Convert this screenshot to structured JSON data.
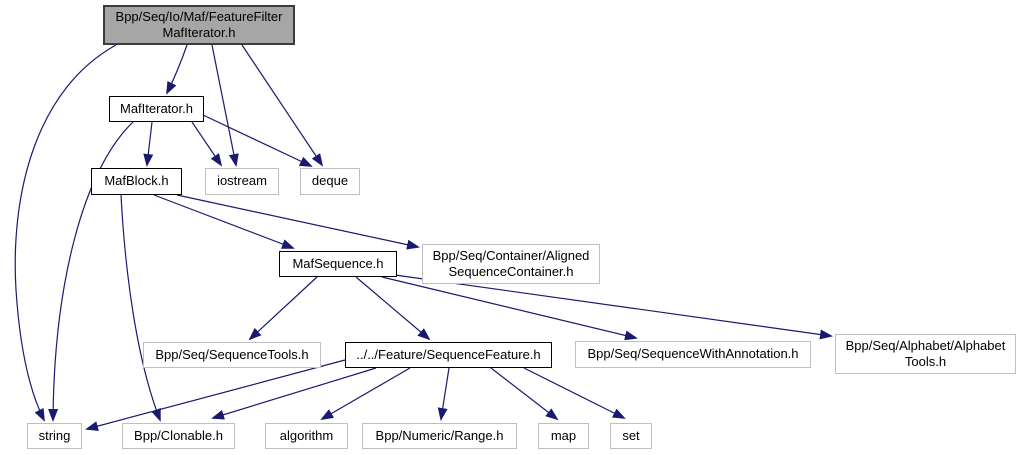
{
  "diagram": {
    "type": "include-dependency-graph",
    "edge_color": "#191970",
    "current_node_fill": "#a6a6a6",
    "external_border_color": "#bfbfbf",
    "internal_border_color": "#000000"
  },
  "nodes": [
    {
      "id": "featurefilter",
      "label": "Bpp/Seq/Io/Maf/FeatureFilter\nMafIterator.h",
      "type": "current"
    },
    {
      "id": "mafiterator",
      "label": "MafIterator.h",
      "type": "internal"
    },
    {
      "id": "mafblock",
      "label": "MafBlock.h",
      "type": "internal"
    },
    {
      "id": "iostream",
      "label": "iostream",
      "type": "external"
    },
    {
      "id": "deque",
      "label": "deque",
      "type": "external"
    },
    {
      "id": "mafsequence",
      "label": "MafSequence.h",
      "type": "internal"
    },
    {
      "id": "alignedseqcontainer",
      "label": "Bpp/Seq/Container/Aligned\nSequenceContainer.h",
      "type": "external"
    },
    {
      "id": "sequencetools",
      "label": "Bpp/Seq/SequenceTools.h",
      "type": "external"
    },
    {
      "id": "sequencefeature",
      "label": "../../Feature/SequenceFeature.h",
      "type": "internal"
    },
    {
      "id": "seqwithannotation",
      "label": "Bpp/Seq/SequenceWithAnnotation.h",
      "type": "external"
    },
    {
      "id": "alphabettools",
      "label": "Bpp/Seq/Alphabet/Alphabet\nTools.h",
      "type": "external"
    },
    {
      "id": "string",
      "label": "string",
      "type": "external"
    },
    {
      "id": "clonable",
      "label": "Bpp/Clonable.h",
      "type": "external"
    },
    {
      "id": "algorithm",
      "label": "algorithm",
      "type": "external"
    },
    {
      "id": "range",
      "label": "Bpp/Numeric/Range.h",
      "type": "external"
    },
    {
      "id": "map",
      "label": "map",
      "type": "external"
    },
    {
      "id": "set",
      "label": "set",
      "type": "external"
    }
  ],
  "edges": [
    {
      "from": "featurefilter",
      "to": "mafiterator"
    },
    {
      "from": "featurefilter",
      "to": "iostream"
    },
    {
      "from": "featurefilter",
      "to": "deque"
    },
    {
      "from": "featurefilter",
      "to": "string"
    },
    {
      "from": "mafiterator",
      "to": "mafblock"
    },
    {
      "from": "mafiterator",
      "to": "iostream"
    },
    {
      "from": "mafiterator",
      "to": "deque"
    },
    {
      "from": "mafiterator",
      "to": "string"
    },
    {
      "from": "mafblock",
      "to": "mafsequence"
    },
    {
      "from": "mafblock",
      "to": "alignedseqcontainer"
    },
    {
      "from": "mafblock",
      "to": "clonable"
    },
    {
      "from": "mafsequence",
      "to": "sequencetools"
    },
    {
      "from": "mafsequence",
      "to": "sequencefeature"
    },
    {
      "from": "mafsequence",
      "to": "seqwithannotation"
    },
    {
      "from": "mafsequence",
      "to": "alphabettools"
    },
    {
      "from": "sequencefeature",
      "to": "string"
    },
    {
      "from": "sequencefeature",
      "to": "clonable"
    },
    {
      "from": "sequencefeature",
      "to": "algorithm"
    },
    {
      "from": "sequencefeature",
      "to": "range"
    },
    {
      "from": "sequencefeature",
      "to": "map"
    },
    {
      "from": "sequencefeature",
      "to": "set"
    }
  ]
}
